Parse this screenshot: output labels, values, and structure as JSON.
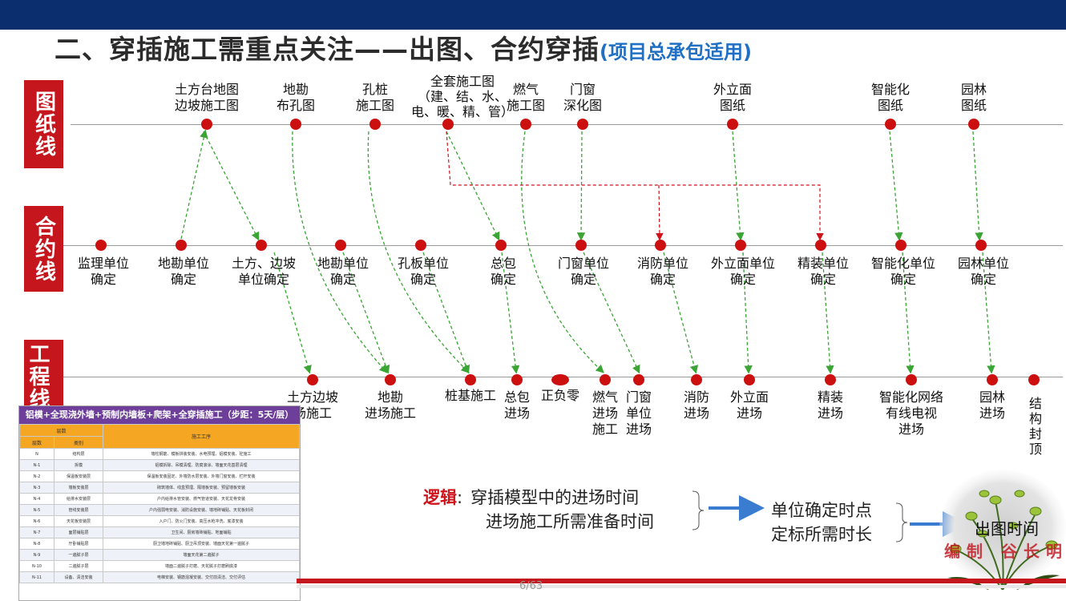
{
  "title": "二、穿插施工需重点关注——出图、合约穿插",
  "subtitle": "(项目总承包适用)",
  "rows": {
    "drawing": "图纸线",
    "contract": "合约线",
    "construction": "工程线"
  },
  "drawing_nodes": [
    {
      "l1": "土方台地图",
      "l2": "边坡施工图"
    },
    {
      "l1": "地勘",
      "l2": "布孔图"
    },
    {
      "l1": "孔桩",
      "l2": "施工图"
    },
    {
      "l1": "全套施工图",
      "l2": "（建、结、水、",
      "l3": "电、暖、精、管）"
    },
    {
      "l1": "燃气",
      "l2": "施工图"
    },
    {
      "l1": "门窗",
      "l2": "深化图"
    },
    {
      "l1": "外立面",
      "l2": "图纸"
    },
    {
      "l1": "智能化",
      "l2": "图纸"
    },
    {
      "l1": "园林",
      "l2": "图纸"
    }
  ],
  "contract_nodes": [
    {
      "l1": "监理单位",
      "l2": "确定"
    },
    {
      "l1": "地勘单位",
      "l2": "确定"
    },
    {
      "l1": "土方、边坡",
      "l2": "单位确定"
    },
    {
      "l1": "地勘单位",
      "l2": "确定"
    },
    {
      "l1": "孔板单位",
      "l2": "确定"
    },
    {
      "l1": "总包",
      "l2": "确定"
    },
    {
      "l1": "门窗单位",
      "l2": "确定"
    },
    {
      "l1": "消防单位",
      "l2": "确定"
    },
    {
      "l1": "外立面单位",
      "l2": "确定"
    },
    {
      "l1": "精装单位",
      "l2": "确定"
    },
    {
      "l1": "智能化单位",
      "l2": "确定"
    },
    {
      "l1": "园林单位",
      "l2": "确定"
    }
  ],
  "construction_nodes": [
    {
      "l1": "土方边坡",
      "l2": "场施工"
    },
    {
      "l1": "地勘",
      "l2": "进场施工"
    },
    {
      "l1": "桩基施工"
    },
    {
      "l1": "总包",
      "l2": "进场"
    },
    {
      "l1": "正负零"
    },
    {
      "l1": "燃气",
      "l2": "进场",
      "l3": "施工"
    },
    {
      "l1": "门窗",
      "l2": "单位",
      "l3": "进场"
    },
    {
      "l1": "消防",
      "l2": "进场"
    },
    {
      "l1": "外立面",
      "l2": "进场"
    },
    {
      "l1": "精装",
      "l2": "进场"
    },
    {
      "l1": "智能化网络",
      "l2": "有线电视",
      "l3": "进场"
    },
    {
      "l1": "园林",
      "l2": "进场"
    },
    {
      "l1": "结构封顶"
    }
  ],
  "logic": {
    "keyword": "逻辑",
    "colon": ":",
    "line1": "穿插模型中的进场时间",
    "line2": "进场施工所需准备时间",
    "result1": "单位确定时点",
    "result2": "定标所需时长",
    "output": "出图时间"
  },
  "table": {
    "title": "铝模+全现浇外墙+预制内墙板+爬架+全穿插施工（步距：5天/层）",
    "col_group": "层数",
    "col_floor": "层数",
    "col_type": "类别",
    "col_work": "施工工序",
    "rows": [
      {
        "floor": "N",
        "type": "结构层",
        "work": "墙柱钢筋、模板拼装安装、水电预埋、铝模安装、砼施工"
      },
      {
        "floor": "N-1",
        "type": "拆模",
        "work": "铝模拆除、吊模清理、防腐滚涂、墙面天花基层清理"
      },
      {
        "floor": "N-2",
        "type": "保温板安装层",
        "work": "保温板安装固定、外墙防水层安装、外墙门窗安装、栏杆安装"
      },
      {
        "floor": "N-3",
        "type": "墙板安装层",
        "work": "砌筑墙体、线盒预埋、隔墙板安装、预留墙板安装"
      },
      {
        "floor": "N-4",
        "type": "给排水安装层",
        "work": "户内给排水管安装、燃气管道安装、天花龙骨安装"
      },
      {
        "floor": "N-5",
        "type": "管线安装层",
        "work": "户内强弱电安装、消防设施安装、墙地砖铺贴、天花板封闭"
      },
      {
        "floor": "N-6",
        "type": "天花板安装层",
        "work": "入户门、防火门安装、高压水枪冲洗、底漆安装"
      },
      {
        "floor": "N-7",
        "type": "面层铺贴层",
        "work": "卫生间、厨房墙砖铺贴、地面铺贴"
      },
      {
        "floor": "N-8",
        "type": "厅卧铺贴层",
        "work": "厨卫墙地砖铺贴、厨卫吊顶安装、墙面天花第一遍腻子"
      },
      {
        "floor": "N-9",
        "type": "一遍腻子层",
        "work": "墙面天花第二遍腻子"
      },
      {
        "floor": "N-10",
        "type": "二遍腻子层",
        "work": "墙面二遍腻子打磨、天花腻子打磨刷底漆"
      },
      {
        "floor": "N-11",
        "type": "设备、清洁安装",
        "work": "电梯安装、钢筋混凝安装、交付前清洁、交付评估"
      }
    ]
  },
  "watermark": "编制 谷长明",
  "page_number": "6/63",
  "colors": {
    "accent": "#c4161c",
    "header": "#0b2f6e",
    "arrow": "#3aa435",
    "dashed_red": "#d0121b"
  }
}
